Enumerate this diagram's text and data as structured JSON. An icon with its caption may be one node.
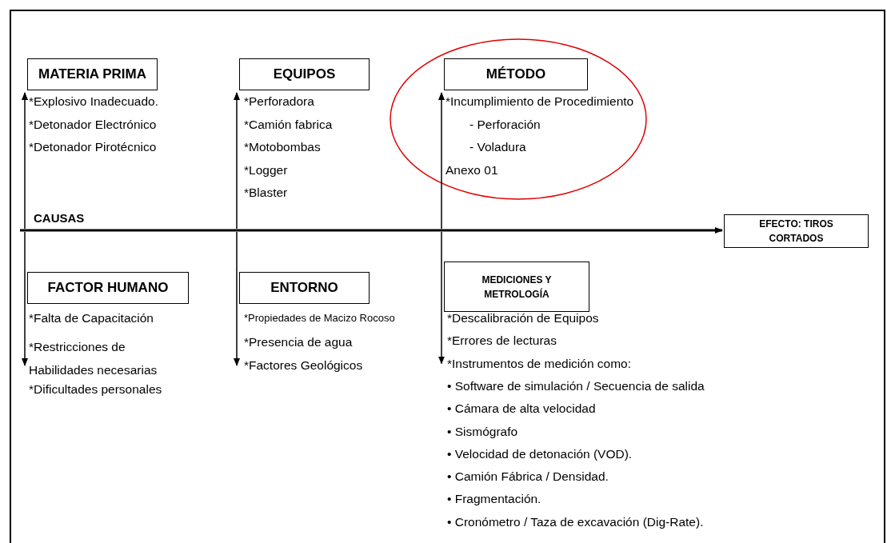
{
  "diagram": {
    "nodes": [
      {
        "text": [
          "MATERIA PRIMA"
        ],
        "beside": [
          "*Explosivo Inadecuado.",
          "*Detonador Electrónico",
          "*Detonador Pirotécnico"
        ]
      },
      {
        "text": [
          "EQUIPOS"
        ],
        "beside": [
          "*Perforadora",
          "*Camión fabrica",
          "*Motobombas",
          "*Logger",
          "*Blaster"
        ]
      },
      {
        "text": [
          "MÉTODO"
        ],
        "beside": [
          "*Incumplimiento de Procedimiento",
          "- Perforación",
          "- Voladura",
          "Anexo 01"
        ]
      },
      {
        "text": [
          "EFECTO: TIROS CORTADOS"
        ]
      },
      {
        "text": [
          "FACTOR HUMANO"
        ],
        "beside": [
          "*Falta de Capacitación",
          "*Restricciones de Habilidades necesarias",
          "*Dificultades personales"
        ]
      },
      {
        "text": [
          "ENTORNO"
        ],
        "beside": [
          "*Propiedades de Macizo Rocoso",
          "*Presencia de agua",
          "*Factores Geológicos"
        ]
      },
      {
        "text": [
          "MEDICIONES Y METROLOGÍA"
        ],
        "beside": [
          "*Descalibración de Equipos",
          "*Errores de lecturas",
          "*Instrumentos de medición como:",
          "• Software de simulación / Secuencia de salida",
          "• Cámara de alta velocidad",
          "• Sismógrafo",
          "• Velocidad de detonación (VOD).",
          "• Camión Fábrica / Densidad.",
          "• Fragmentación.",
          "• Cronómetro / Taza de excavación (Dig-Rate)."
        ]
      }
    ],
    "edges": [
      {
        "from": null,
        "to": 3,
        "arrow": "to"
      },
      {
        "from": null,
        "to": 0,
        "arrow": "to"
      },
      {
        "from": null,
        "to": 1,
        "arrow": "to"
      },
      {
        "from": null,
        "to": 2,
        "arrow": "to"
      },
      {
        "from": null,
        "to": 4,
        "arrow": "to"
      },
      {
        "from": null,
        "to": 5,
        "arrow": "to"
      },
      {
        "from": null,
        "to": 6,
        "arrow": "to"
      }
    ],
    "labels": [
      "CAUSAS"
    ]
  }
}
